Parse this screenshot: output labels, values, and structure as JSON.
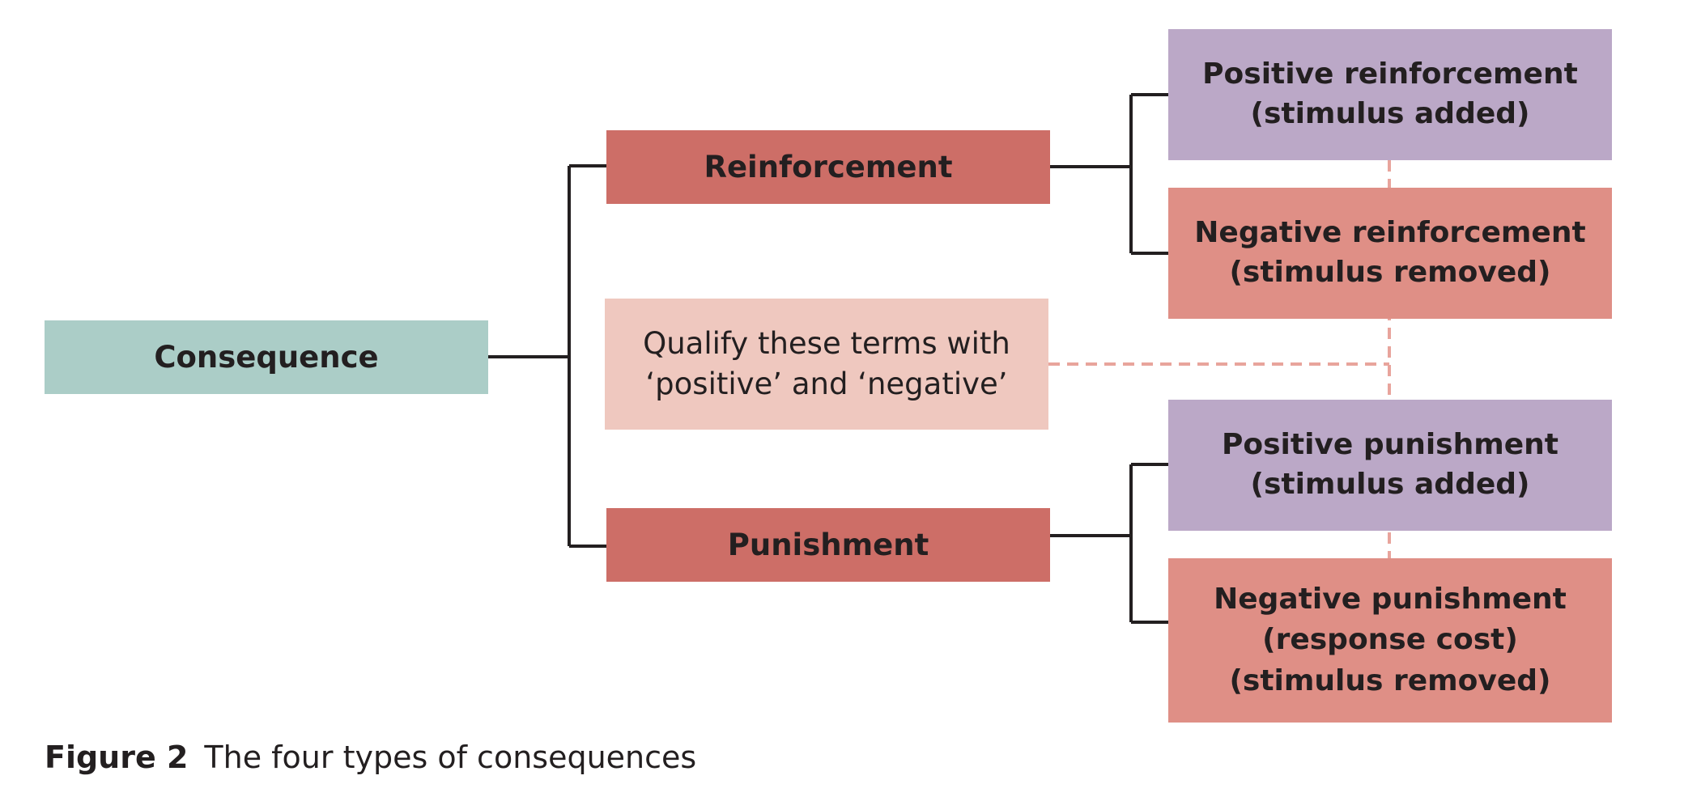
{
  "diagram": {
    "root": {
      "label": "Consequence"
    },
    "branches": {
      "reinforcement": {
        "label": "Reinforcement"
      },
      "punishment": {
        "label": "Punishment"
      }
    },
    "qualifier": {
      "lines": [
        "Qualify these terms with",
        "‘positive’ and ‘negative’"
      ]
    },
    "leaves": {
      "positive_reinforcement": {
        "lines": [
          "Positive reinforcement",
          "(stimulus added)"
        ]
      },
      "negative_reinforcement": {
        "lines": [
          "Negative reinforcement",
          "(stimulus removed)"
        ]
      },
      "positive_punishment": {
        "lines": [
          "Positive punishment",
          "(stimulus added)"
        ]
      },
      "negative_punishment": {
        "lines": [
          "Negative punishment",
          "(response cost)",
          "(stimulus removed)"
        ]
      }
    },
    "colors": {
      "root": "#abcdc7",
      "branch": "#cd6e67",
      "qualifier": "#efc8bf",
      "positive": "#bba8c7",
      "negative": "#df8f86",
      "connector": "#231f20",
      "dashed": "#e8a49c"
    }
  },
  "caption": {
    "label": "Figure 2",
    "text": "The four types of consequences"
  }
}
